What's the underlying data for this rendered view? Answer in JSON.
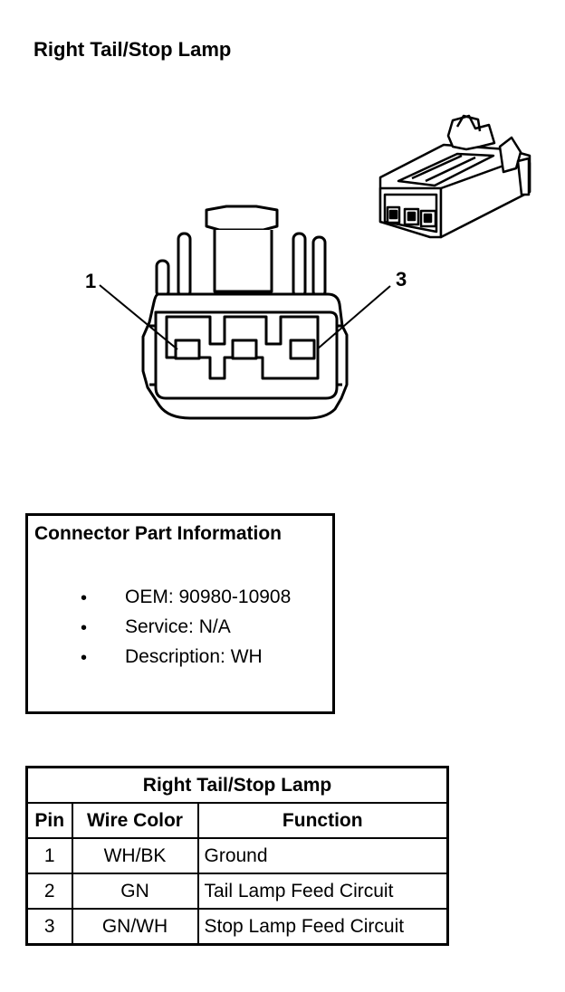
{
  "title": "Right Tail/Stop Lamp",
  "diagram": {
    "callouts": [
      "1",
      "3"
    ]
  },
  "info": {
    "title": "Connector Part Information",
    "bullet_char": "•",
    "items": [
      "OEM: 90980-10908",
      "Service: N/A",
      "Description: WH"
    ]
  },
  "table": {
    "title": "Right Tail/Stop Lamp",
    "headers": [
      "Pin",
      "Wire Color",
      "Function"
    ],
    "rows": [
      [
        "1",
        "WH/BK",
        "Ground"
      ],
      [
        "2",
        "GN",
        "Tail Lamp Feed Circuit"
      ],
      [
        "3",
        "GN/WH",
        "Stop Lamp Feed Circuit"
      ]
    ]
  }
}
